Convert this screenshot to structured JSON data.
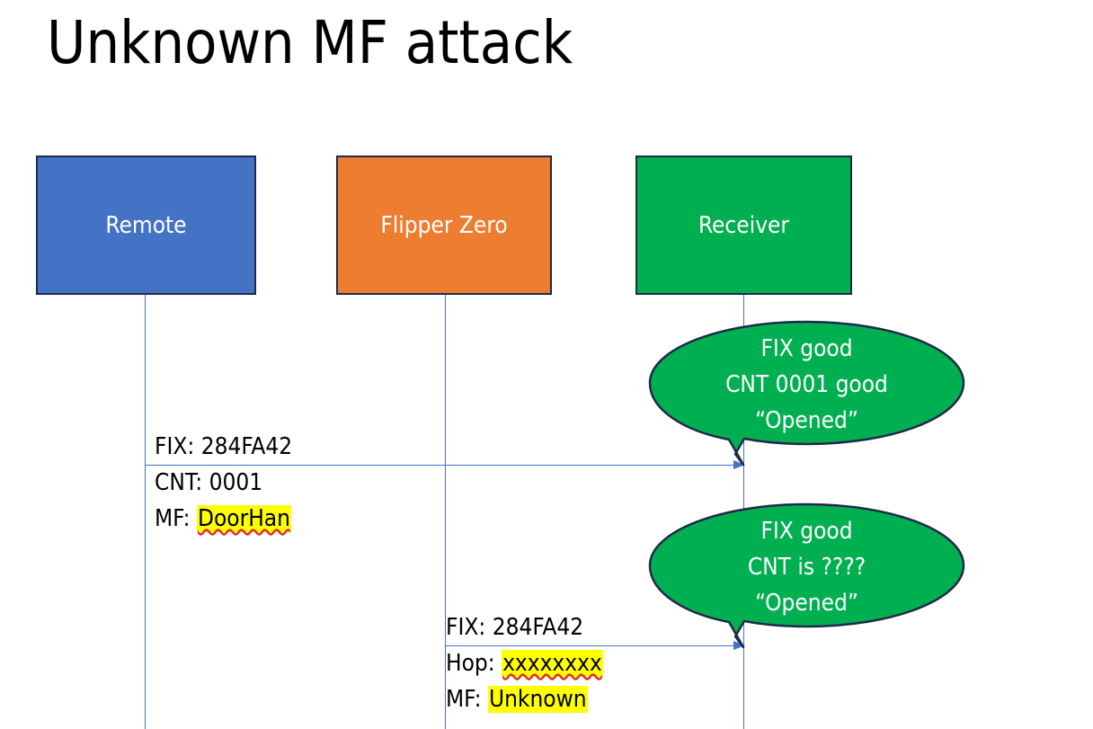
{
  "slide": {
    "title": "Unknown MF attack",
    "background": "#FFFFFF"
  },
  "colors": {
    "remote": "#4472C4",
    "flipper": "#ED7D31",
    "receiver": "#00B050",
    "box_border": "#1F2A4A",
    "arrow": "#4472C4",
    "highlight": "#FFFF00",
    "bubble_fill": "#00B050",
    "bubble_outline": "#1F2A4A",
    "text": "#000000",
    "box_text": "#FFFFFF"
  },
  "actors": [
    {
      "id": "remote",
      "label": "Remote"
    },
    {
      "id": "flipper",
      "label": "Flipper Zero"
    },
    {
      "id": "receiver",
      "label": "Receiver"
    }
  ],
  "messages": [
    {
      "id": "msg-1",
      "from": "remote",
      "to": "receiver",
      "lines": [
        {
          "label": "FIX:",
          "value": "284FA42",
          "highlight": false,
          "spellcheck_error": false
        },
        {
          "label": "CNT:",
          "value": "0001",
          "highlight": false,
          "spellcheck_error": false
        },
        {
          "label": "MF:",
          "value": "DoorHan",
          "highlight": true,
          "spellcheck_error": true
        }
      ]
    },
    {
      "id": "msg-2",
      "from": "flipper",
      "to": "receiver",
      "lines": [
        {
          "label": "FIX:",
          "value": "284FA42",
          "highlight": false,
          "spellcheck_error": false
        },
        {
          "label": "Hop:",
          "value": "xxxxxxxx",
          "highlight": true,
          "spellcheck_error": true
        },
        {
          "label": "MF:",
          "value": "Unknown",
          "highlight": true,
          "spellcheck_error": false
        }
      ]
    }
  ],
  "bubbles": [
    {
      "id": "bubble-1",
      "attached_to": "receiver",
      "lines": [
        "FIX good",
        "CNT 0001 good",
        "“Opened”"
      ]
    },
    {
      "id": "bubble-2",
      "attached_to": "receiver",
      "lines": [
        "FIX good",
        "CNT is ????",
        "“Opened”"
      ]
    }
  ]
}
